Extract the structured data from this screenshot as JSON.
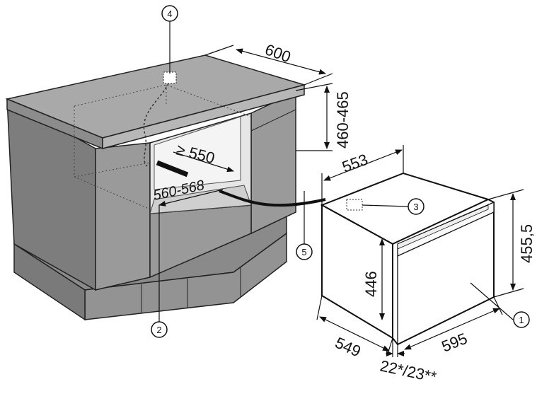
{
  "dimensions": {
    "countertop_depth": "600",
    "niche_height": "460-465",
    "niche_depth_min": "≥ 550",
    "niche_width": "560-568",
    "oven_depth_top": "553",
    "oven_front_height": "455,5",
    "oven_body_height": "446",
    "oven_body_depth": "549",
    "oven_front_width": "595",
    "front_panel_thickness": "22*/23**"
  },
  "callouts": [
    "1",
    "2",
    "3",
    "4",
    "5"
  ],
  "colors": {
    "cabinet_side": "#7d7d7d",
    "cabinet_top": "#a9a9a9",
    "cabinet_front": "#9a9a9a",
    "niche_interior": "#e6e6e6",
    "oven_body": "#ffffff",
    "line": "#1a1a1a"
  }
}
